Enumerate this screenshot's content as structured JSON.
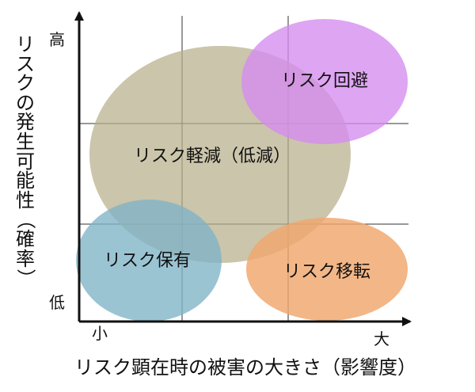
{
  "axes": {
    "y_label": "リスクの発生可能性（確率）",
    "x_label": "リスク顕在時の被害の大きさ（影響度）",
    "y_high": "高",
    "y_low": "低",
    "x_low": "小",
    "x_high": "大"
  },
  "regions": [
    {
      "key": "avoid",
      "label": "リスク回避",
      "color": "#d58cf0"
    },
    {
      "key": "reduce",
      "label": "リスク軽減（低減）",
      "color": "#b7ae8a"
    },
    {
      "key": "retain",
      "label": "リスク保有",
      "color": "#7fb3c6"
    },
    {
      "key": "transfer",
      "label": "リスク移転",
      "color": "#f0a66c"
    }
  ]
}
